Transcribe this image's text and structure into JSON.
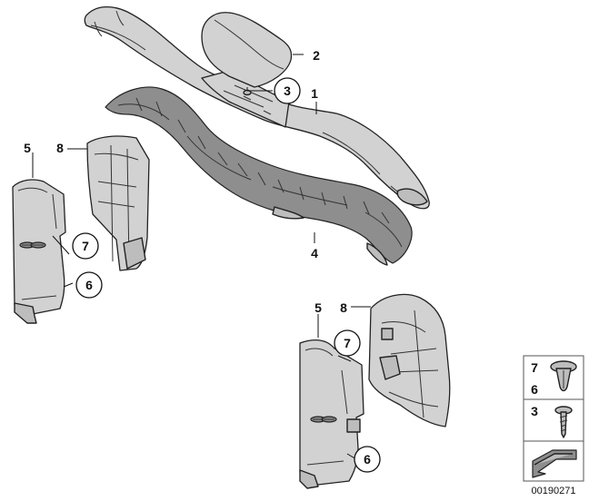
{
  "callouts": {
    "c1": "1",
    "c2": "2",
    "c3": "3",
    "c4": "4",
    "c5_left": "5",
    "c8_left": "8",
    "c7_left": "7",
    "c6_left": "6",
    "c5_right": "5",
    "c8_right": "8",
    "c7_right": "7",
    "c6_right": "6"
  },
  "legend": {
    "row1_top": "7",
    "row1_bottom": "6",
    "row2": "3"
  },
  "diagram_code": "00190271"
}
